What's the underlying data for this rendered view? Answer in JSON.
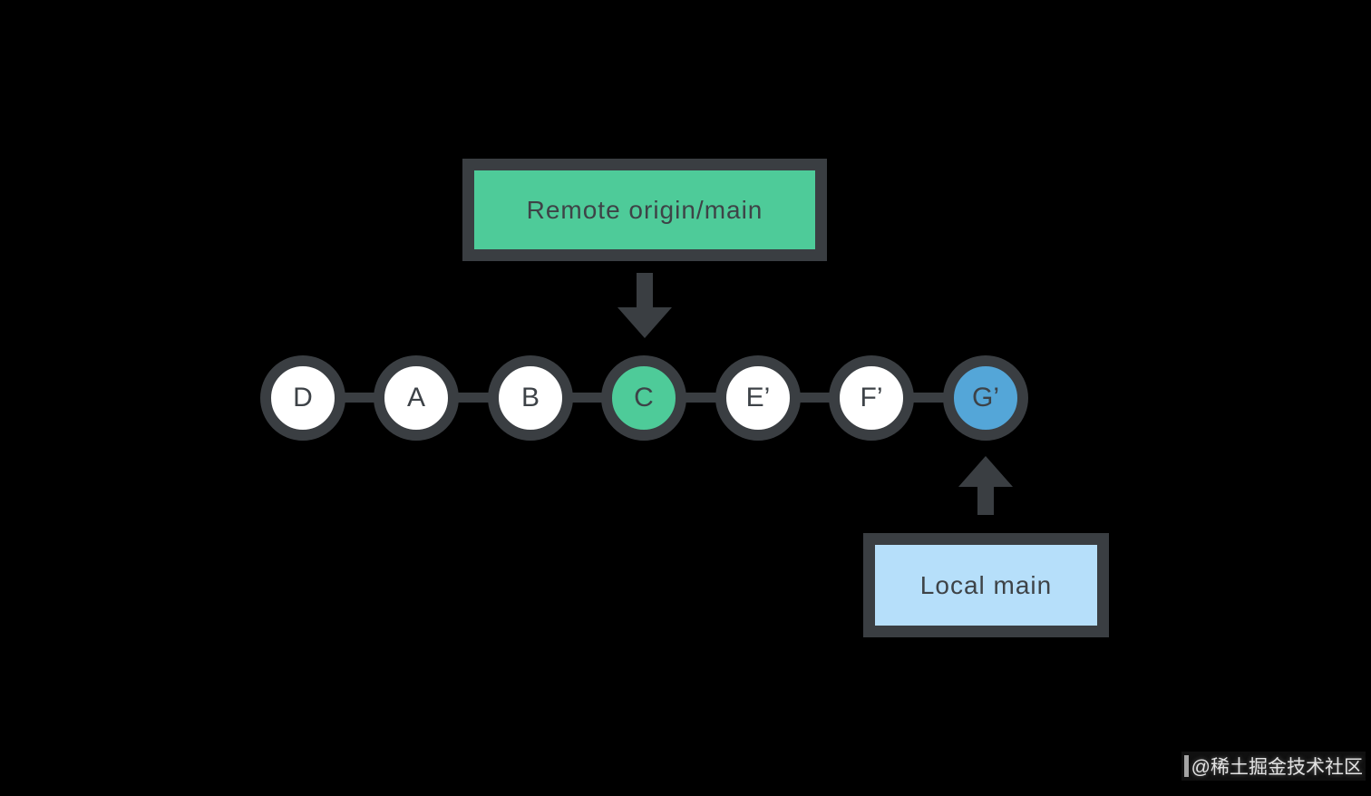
{
  "canvas": {
    "background": "#000000"
  },
  "colors": {
    "ink": "#3a3e42",
    "text": "#3e4347",
    "remote_fill": "#4ecb99",
    "local_fill": "#b6dffa",
    "commit_green": "#4ecb99",
    "commit_blue": "#54a6d8",
    "commit_white": "#ffffff",
    "watermark_text": "#e3e3e3"
  },
  "remote_box": {
    "label": "Remote origin/main"
  },
  "local_box": {
    "label": "Local main"
  },
  "commits": [
    {
      "label": "D",
      "fill": "#ffffff"
    },
    {
      "label": "A",
      "fill": "#ffffff"
    },
    {
      "label": "B",
      "fill": "#ffffff"
    },
    {
      "label": "C",
      "fill": "#4ecb99"
    },
    {
      "label": "E’",
      "fill": "#ffffff"
    },
    {
      "label": "F’",
      "fill": "#ffffff"
    },
    {
      "label": "G’",
      "fill": "#54a6d8"
    }
  ],
  "watermark": {
    "text": "@稀土掘金技术社区"
  }
}
